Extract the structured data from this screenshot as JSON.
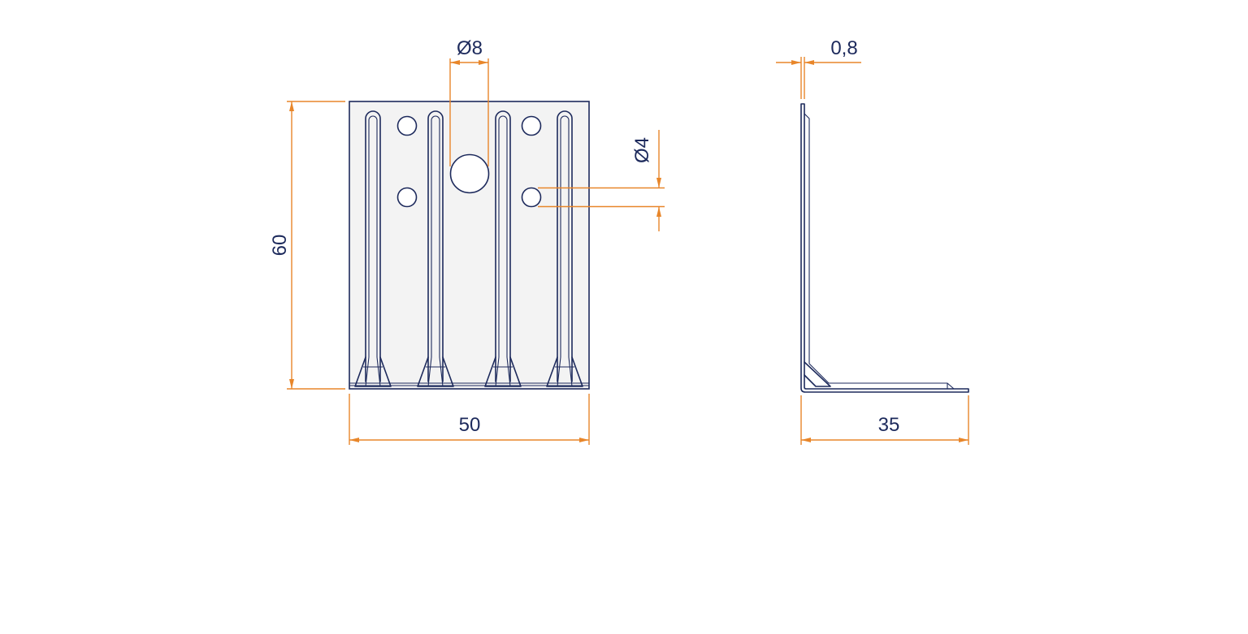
{
  "dimensions": {
    "hole_large_diameter": "Ø8",
    "hole_small_diameter": "Ø4",
    "thickness": "0,8",
    "height": "60",
    "width": "50",
    "leg_length": "35"
  },
  "colors": {
    "outline": "#1d2a5c",
    "dimension_lines": "#e8862a",
    "plate_fill": "#f3f3f3"
  }
}
